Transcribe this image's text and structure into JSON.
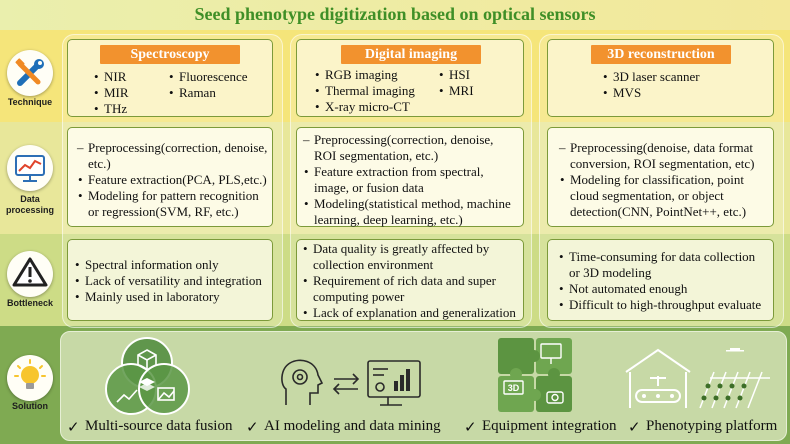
{
  "title": "Seed phenotype digitization based on optical sensors",
  "rows": {
    "technique": "Technique",
    "processing": "Data processing",
    "bottleneck": "Bottleneck",
    "solution": "Solution"
  },
  "columns": {
    "spectroscopy": {
      "header": "Spectroscopy",
      "tech_items": [
        "NIR",
        "MIR",
        "THz",
        "Fluorescence",
        "Raman"
      ],
      "proc_lines": [
        "Preprocessing(correction, denoise,",
        "etc.)",
        "Feature extraction(PCA, PLS,etc.)",
        "Modeling for pattern recognition",
        "or regression(SVM, RF, etc.)"
      ],
      "bott_lines": [
        "Spectral information only",
        "Lack of versatility and integration",
        "Mainly used in laboratory"
      ]
    },
    "imaging": {
      "header": "Digital imaging",
      "tech_items": [
        "RGB imaging",
        "Thermal imaging",
        "X-ray micro-CT",
        "HSI",
        "MRI"
      ],
      "proc_lines": [
        "Preprocessing(correction, denoise,",
        "ROI segmentation, etc.)",
        "Feature extraction from spectral,",
        "image, or fusion data",
        "Modeling(statistical method, machine",
        "learning, deep learning, etc.)"
      ],
      "bott_lines": [
        "Data quality is greatly affected by",
        "collection environment",
        "Requirement of rich data and super",
        "computing power",
        "Lack of explanation and generalization"
      ]
    },
    "reconstruction": {
      "header": "3D reconstruction",
      "tech_items": [
        "3D laser scanner",
        "MVS"
      ],
      "proc_lines": [
        "Preprocessing(denoise, data format",
        "conversion, ROI segmentation, etc)",
        "Modeling for classification, point",
        "cloud segmentation, or object",
        "detection(CNN, PointNet++, etc.)"
      ],
      "bott_lines": [
        "Time-consuming for data collection",
        "or 3D modeling",
        "Not automated enough",
        "Difficult to high-throughput evaluate"
      ]
    }
  },
  "solutions": {
    "check": "✓",
    "items": [
      "Multi-source data fusion",
      "AI modeling and data mining",
      "Equipment integration",
      "Phenotyping platform"
    ],
    "puzzle_label": "3D"
  },
  "colors": {
    "title_green": "#3f8f27",
    "pill_orange": "#f2922e",
    "box_border": "#7c9a3a",
    "solution_band": "#7faa52"
  }
}
